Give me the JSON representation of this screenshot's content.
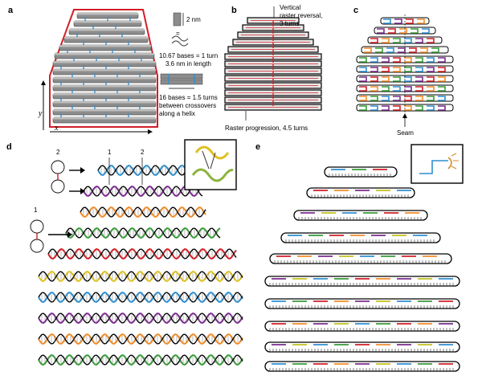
{
  "panels": {
    "a": "a",
    "b": "b",
    "c": "c",
    "d": "d",
    "e": "e"
  },
  "panel_a": {
    "width_label": "2 nm",
    "turn_label_1": "10.67 bases = 1 turn",
    "turn_label_2": "3.6 nm in length",
    "crossover_label_1": "16 bases = 1.5 turns",
    "crossover_label_2": "between crossovers",
    "crossover_label_3": "along a helix",
    "axis_x": "x",
    "axis_y": "y",
    "colors": {
      "outline": "#d11f26",
      "helix": "#8c8c8c",
      "crossover": "#2f8fd0"
    }
  },
  "panel_b": {
    "top_label_1": "Vertical",
    "top_label_2": "raster reversal,",
    "top_label_3": "3 turns",
    "bottom_label": "Raster progression, 4.5 turns",
    "colors": {
      "scaffold": "#d11f26",
      "frame": "#000000"
    }
  },
  "panel_c": {
    "seam_label": "Seam",
    "colors": [
      "#2f8fd0",
      "#7b2d8e",
      "#d11f26",
      "#f28c28",
      "#3a9a3a"
    ]
  },
  "panel_d": {
    "num_1": "1",
    "num_2": "2",
    "col_label_1": "1",
    "col_label_2": "2",
    "colors": [
      "#2f8fd0",
      "#7b2d8e",
      "#f28c28",
      "#3a9a3a",
      "#d11f26",
      "#e0c020"
    ]
  },
  "panel_e": {
    "colors": [
      "#2f8fd0",
      "#3a9a3a",
      "#d11f26",
      "#f28c28",
      "#7b2d8e",
      "#c0c020"
    ]
  }
}
